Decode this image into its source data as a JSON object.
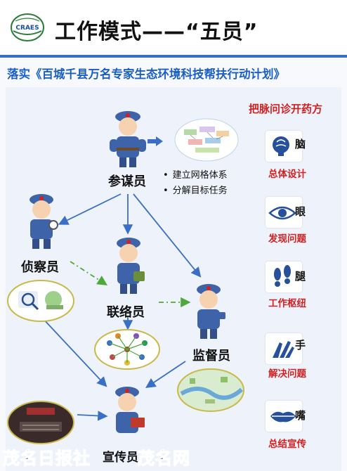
{
  "header": {
    "logo_text": "CRAES",
    "title": "工作模式——“五员”"
  },
  "subtitle": "落实《百城千县万名专家生态环境科技帮扶行动计划》",
  "roles": {
    "canmou": "参谋员",
    "zhencha": "侦察员",
    "lianluo": "联络员",
    "jiandu": "监督员",
    "xuanchuan": "宣传员"
  },
  "canmou_tasks": [
    "建立网格体系",
    "分解目标任务"
  ],
  "right_panel": {
    "title": "把脉问诊开药方",
    "items": [
      {
        "organ": "脑",
        "label": "总体设计",
        "icon": "brain-icon"
      },
      {
        "organ": "眼",
        "label": "发现问题",
        "icon": "eye-icon"
      },
      {
        "organ": "腿",
        "label": "工作枢纽",
        "icon": "footprint-icon"
      },
      {
        "organ": "手",
        "label": "解决问题",
        "icon": "hands-icon"
      },
      {
        "organ": "嘴",
        "label": "总结宣传",
        "icon": "lips-icon"
      }
    ]
  },
  "watermark": {
    "left": "茂名日报社",
    "right": "茂名网"
  },
  "colors": {
    "accent_blue": "#1a5fc2",
    "accent_red": "#d32020",
    "uniform": "#3e63a8"
  }
}
